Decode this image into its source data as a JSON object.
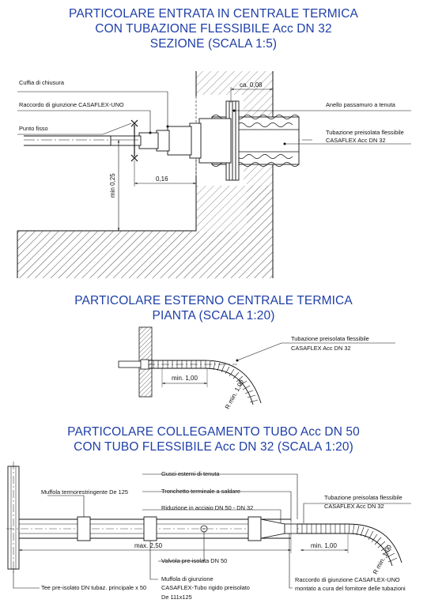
{
  "section1": {
    "title_lines": [
      "PARTICOLARE ENTRATA IN CENTRALE TERMICA",
      "CON TUBAZIONE FLESSIBILE Acc DN 32",
      "SEZIONE (SCALA 1:5)"
    ],
    "labels": {
      "cuffia": "Cuffia di chiusura",
      "raccordo": "Raccordo di giunzione CASAFLEX-UNO",
      "punto_fisso": "Punto fisso",
      "anello": "Anello passamuro a tenuta",
      "tubazione_l1": "Tubazione preisolata flessibile",
      "tubazione_l2": "CASAFLEX Acc DN 32"
    },
    "dims": {
      "ca": "ca. 0,08",
      "d016": "0,16",
      "min025": "min 0,25"
    }
  },
  "section2": {
    "title_lines": [
      "PARTICOLARE ESTERNO CENTRALE TERMICA",
      "PIANTA (SCALA 1:20)"
    ],
    "labels": {
      "tubazione_l1": "Tubazione preisolata flessibile",
      "tubazione_l2": "CASAFLEX Acc DN 32"
    },
    "dims": {
      "min100": "min. 1,00",
      "rmin": "R min. 1,00"
    }
  },
  "section3": {
    "title_lines": [
      "PARTICOLARE COLLEGAMENTO TUBO Acc DN 50",
      "CON TUBO FLESSIBILE Acc DN 32 (SCALA 1:20)"
    ],
    "labels": {
      "gusci": "Gusci esterni di tenuta",
      "tronchetto": "Tronchetto terminale a saldare",
      "riduzione": "Riduzione in acciaio DN 50 - DN 32",
      "muffola_termo": "Muffola termorestringente De 125",
      "valvola": "Valvola pre-isolata DN 50",
      "muffola_giunz_l1": "Muffola di giunzione",
      "muffola_giunz_l2": "CASAFLEX-Tubo rigido preisolato",
      "muffola_giunz_l3": "De 111x125",
      "tee": "Tee pre-isolato DN tubaz. principale x 50",
      "tubazione_l1": "Tubazione preisolata flessibile",
      "tubazione_l2": "CASAFLEX Acc DN 32",
      "raccordo_l1": "Raccordo di giunzione CASAFLEX-UNO",
      "raccordo_l2": "montato a cura del fornitore delle tubazioni"
    },
    "dims": {
      "max250": "max. 2,50",
      "min100": "min. 1,00",
      "rmin": "R min. 1,00"
    }
  }
}
